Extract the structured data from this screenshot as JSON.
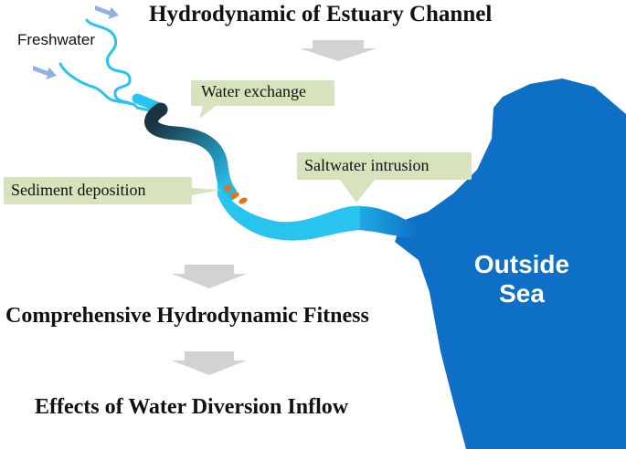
{
  "title": "Hydrodynamic of Estuary Channel",
  "stage2": "Comprehensive Hydrodynamic Fitness",
  "stage3": "Effects of Water Diversion Inflow",
  "freshwater_label": "Freshwater",
  "sea_label": {
    "line1": "Outside",
    "line2": "Sea"
  },
  "callouts": {
    "water_exchange": "Water exchange",
    "saltwater_intrusion": "Saltwater intrusion",
    "sediment_deposition": "Sediment deposition"
  },
  "colors": {
    "sea": "#0d6fc5",
    "river_fresh": "#29c3ef",
    "river_dark": "#1a3442",
    "callout_fill": "#d6e3bc",
    "arrow_gray": "#d2d2d2",
    "inflow_arrow": "#8fb2de",
    "sediment": "#e2751a"
  }
}
